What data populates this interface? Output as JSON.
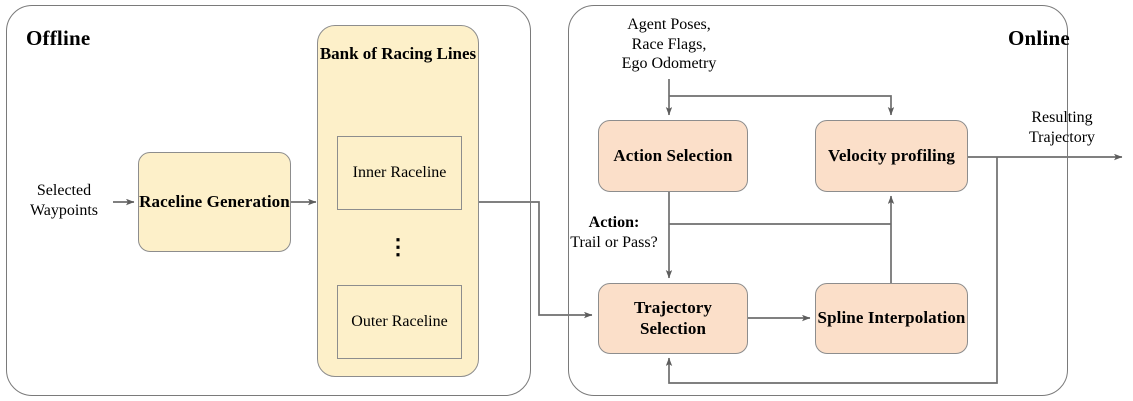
{
  "diagram": {
    "panels": [
      {
        "id": "offline",
        "title": "Offline"
      },
      {
        "id": "online",
        "title": "Online"
      }
    ],
    "offline": {
      "input_label": {
        "line1": "Selected",
        "line2": "Waypoints"
      },
      "raceline_generation": {
        "line1": "Raceline",
        "line2": "Generation"
      },
      "bank": {
        "title_line1": "Bank of Racing",
        "title_line2": "Lines",
        "items": [
          {
            "line1": "Inner",
            "line2": "Raceline"
          },
          {
            "line1": "Outer",
            "line2": "Raceline"
          }
        ],
        "ellipsis": "⋮"
      }
    },
    "online": {
      "input_label": {
        "line1": "Agent Poses,",
        "line2": "Race Flags,",
        "line3": "Ego Odometry"
      },
      "action_selection": {
        "line1": "Action",
        "line2": "Selection"
      },
      "velocity_profiling": {
        "line1": "Velocity",
        "line2": "profiling"
      },
      "trajectory_selection": {
        "line1": "Trajectory",
        "line2": "Selection"
      },
      "spline_interpolation": {
        "line1": "Spline",
        "line2": "Interpolation"
      },
      "action_label": {
        "lead": "Action:",
        "line2": "Trail or Pass?"
      },
      "output_label": {
        "line1": "Resulting",
        "line2": "Trajectory"
      }
    },
    "colors": {
      "offline_box_fill": "#fdf0c9",
      "online_box_fill": "#fbdfc9",
      "box_stroke": "#8d8d8d",
      "panel_stroke": "#7a7a7a",
      "edge_stroke": "#6e6e6e",
      "text": "#000000",
      "background": "#ffffff"
    }
  }
}
